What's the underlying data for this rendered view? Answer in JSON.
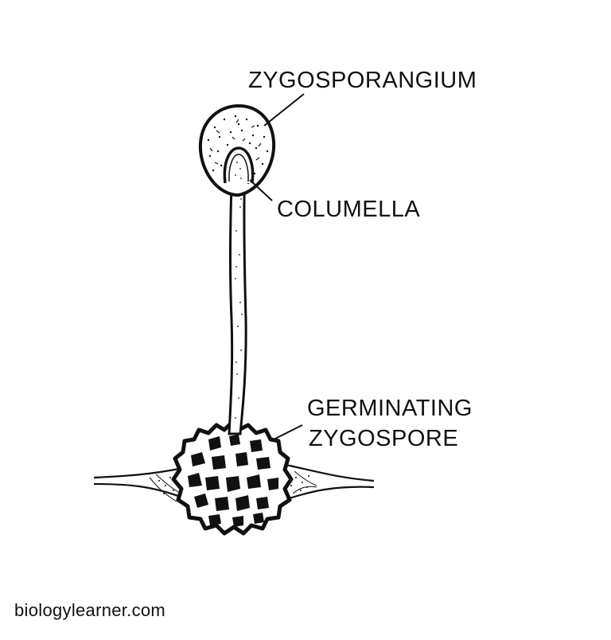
{
  "labels": {
    "zygosporangium": "ZYGOSPORANGIUM",
    "columella": "COLUMELLA",
    "germinating_line1": "GERMINATING",
    "germinating_line2": "ZYGOSPORE"
  },
  "watermark": "biologylearner.com",
  "colors": {
    "ink": "#111111",
    "background": "#ffffff"
  }
}
